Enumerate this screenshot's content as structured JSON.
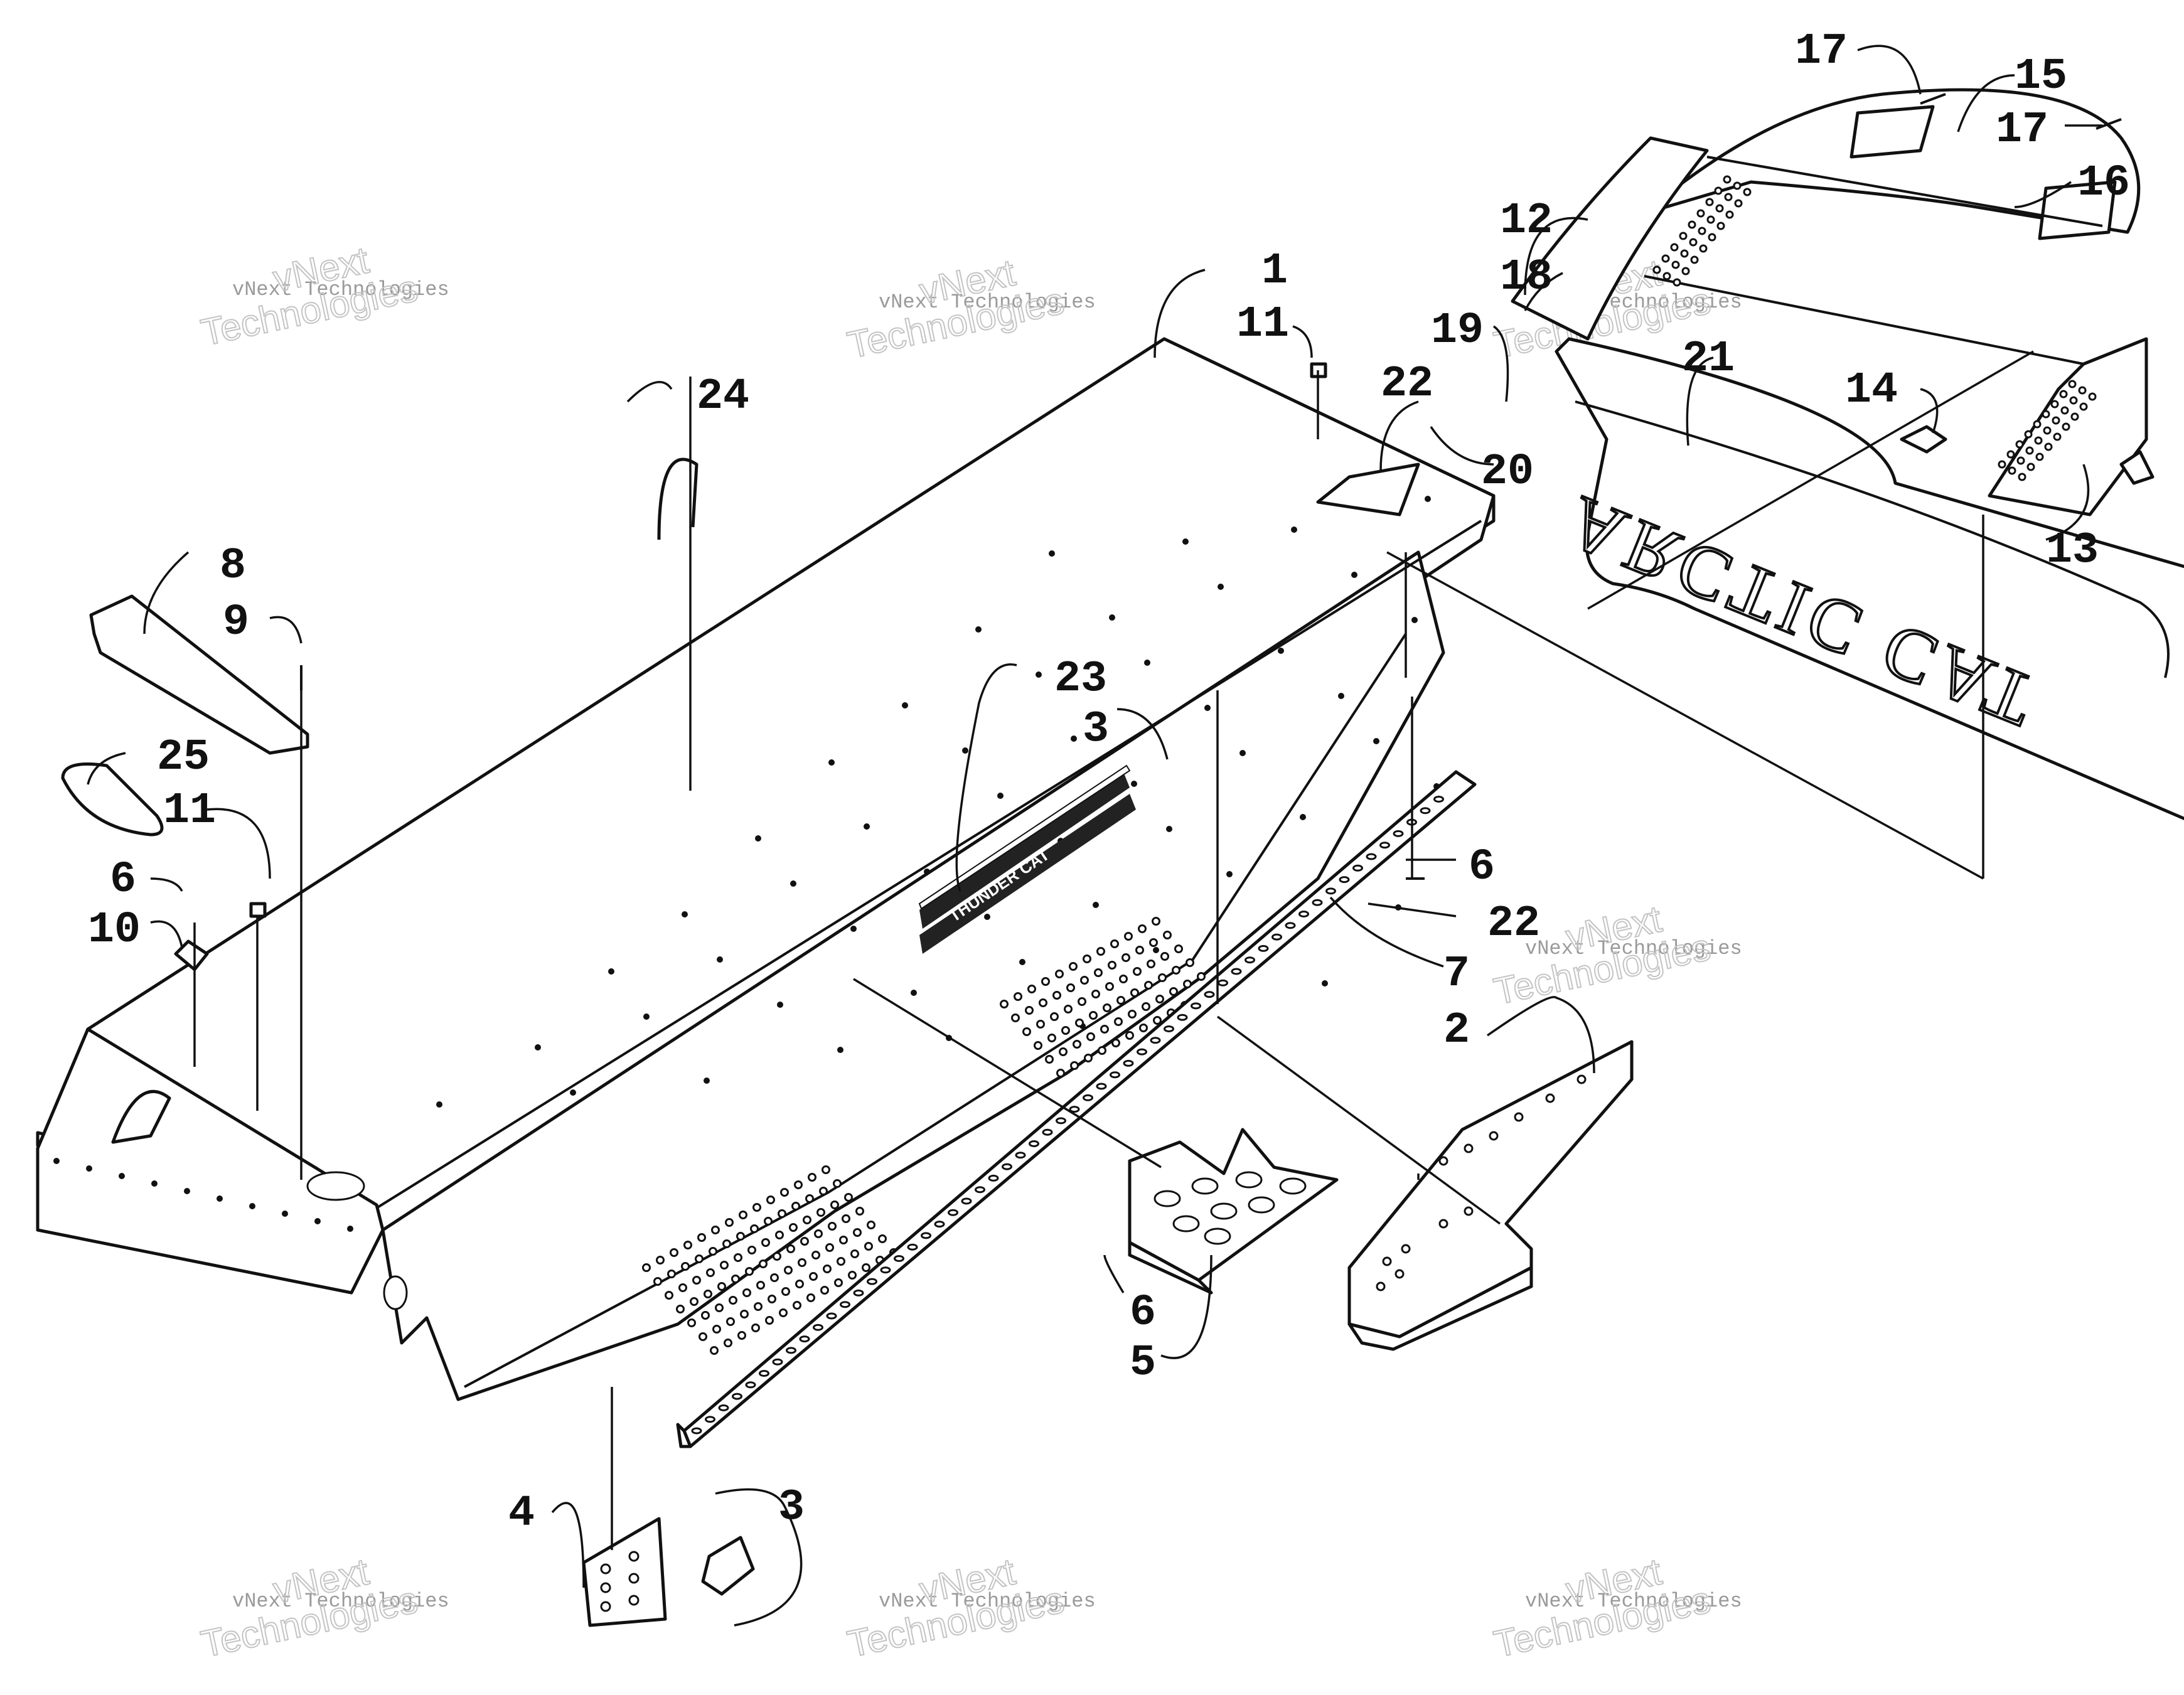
{
  "diagram": {
    "callouts": [
      "1",
      "2",
      "3",
      "3",
      "4",
      "5",
      "6",
      "6",
      "6",
      "7",
      "8",
      "9",
      "10",
      "11",
      "11",
      "12",
      "13",
      "14",
      "15",
      "16",
      "17",
      "17",
      "18",
      "19",
      "20",
      "21",
      "22",
      "22",
      "23",
      "24",
      "25"
    ],
    "brand_text": "ARCTIC CAT",
    "decal_text": "THUNDER CAT"
  },
  "watermark": {
    "line1": "vNext Technologies",
    "line2": "vNext\nTechnologies"
  }
}
